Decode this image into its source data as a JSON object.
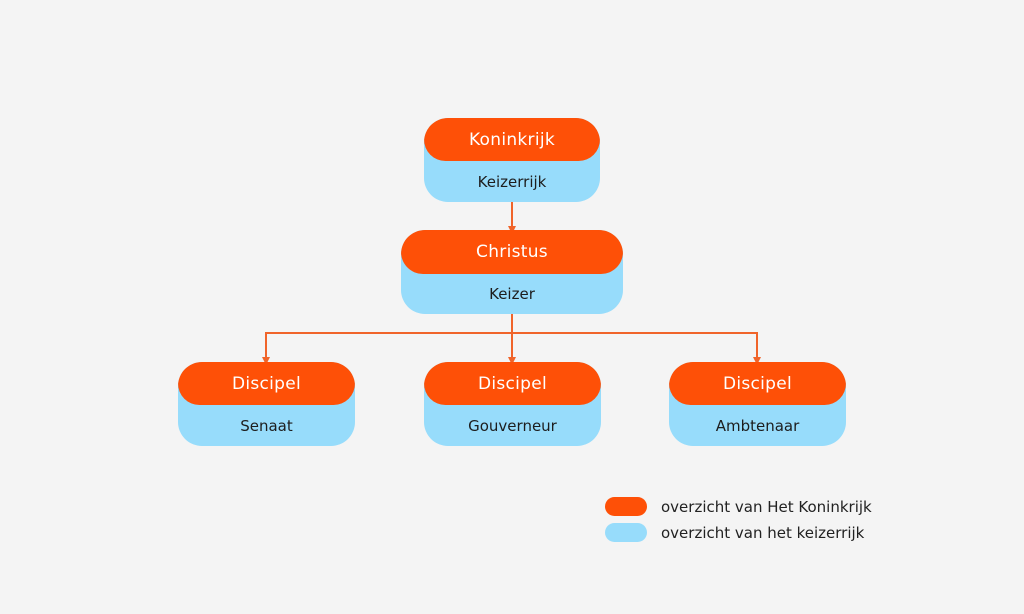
{
  "colors": {
    "kingdom": "#fe5007",
    "empire": "#97dcfb",
    "connector": "#f0642a",
    "background": "#f4f4f4"
  },
  "nodes": {
    "top": {
      "kingdom": "Koninkrijk",
      "empire": "Keizerrijk"
    },
    "middle": {
      "kingdom": "Christus",
      "empire": "Keizer"
    },
    "left": {
      "kingdom": "Discipel",
      "empire": "Senaat"
    },
    "center": {
      "kingdom": "Discipel",
      "empire": "Gouverneur"
    },
    "right": {
      "kingdom": "Discipel",
      "empire": "Ambtenaar"
    }
  },
  "legend": {
    "kingdom_label": "overzicht van Het Koninkrijk",
    "empire_label": "overzicht van het keizerrijk"
  }
}
